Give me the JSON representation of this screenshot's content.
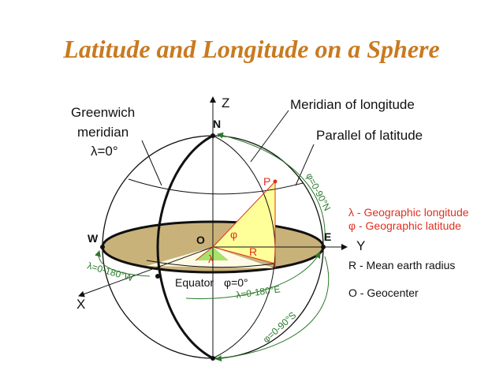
{
  "title": "Latitude and Longitude on a Sphere",
  "labels": {
    "greenwich_line1": "Greenwich",
    "greenwich_line2": "meridian",
    "greenwich_line3": "λ=0°",
    "z_axis": "Z",
    "north": "N",
    "meridian_of_longitude": "Meridian of longitude",
    "parallel_of_latitude": "Parallel of latitude",
    "point_p": "P",
    "west": "W",
    "origin": "O",
    "phi_angle": "φ",
    "radius_r": "R",
    "lambda_angle": "λ",
    "east": "E",
    "y_axis": "Y",
    "x_axis": "X",
    "equator": "Equator",
    "equator_phi": "φ=0°",
    "range_lon_west": "λ=0-180°W",
    "range_lon_east": "λ=0-180°E",
    "range_lat_north": "φ=0-90°N",
    "range_lat_south": "φ=0-90°S"
  },
  "legend": {
    "lambda_def": "λ - Geographic longitude",
    "phi_def": "φ - Geographic latitude",
    "r_def": "R - Mean earth radius",
    "o_def": "O - Geocenter"
  },
  "colors": {
    "title": "#c97a1f",
    "equatorial_plane": "#c9b27a",
    "angle_fill": "#ffff99",
    "lambda_fill": "#a6e36b",
    "arrows": "#2a7a2a",
    "radius_line": "#e03020",
    "legend_text": "#e03020"
  }
}
